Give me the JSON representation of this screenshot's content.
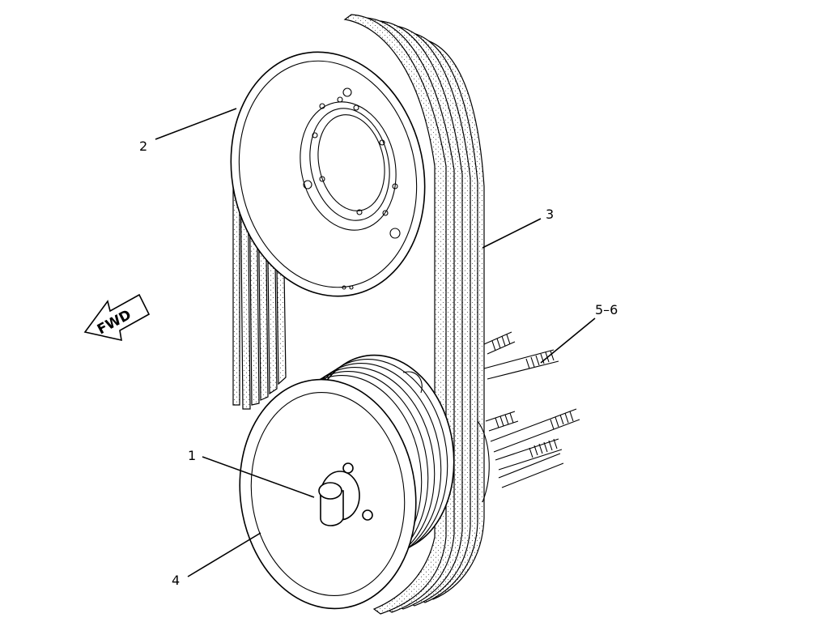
{
  "figure": {
    "direction_arrow": {
      "label": "FWD",
      "icon": "fwd-arrow-icon"
    },
    "callouts": [
      {
        "id": "1",
        "label": "1"
      },
      {
        "id": "2",
        "label": "2"
      },
      {
        "id": "3",
        "label": "3"
      },
      {
        "id": "4",
        "label": "4"
      },
      {
        "id": "5-6",
        "label": "5–6"
      }
    ]
  }
}
